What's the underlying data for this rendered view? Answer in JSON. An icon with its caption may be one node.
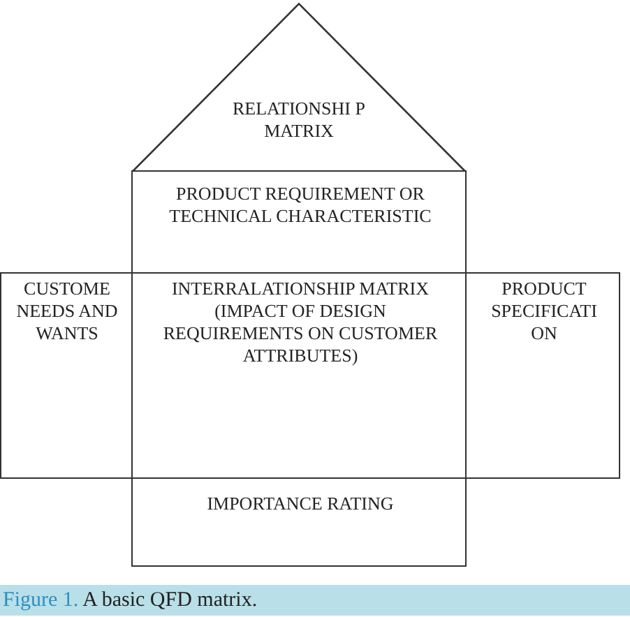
{
  "diagram": {
    "caption": "**Figure 1.** A basic QFD matrix.",
    "nodes": [
      {
        "text": [
          "RELATIONSHI P MATRIX"
        ]
      },
      {
        "text": [
          "PRODUCT REQUIREMENT OR TECHNICAL CHARACTERISTIC"
        ]
      },
      {
        "text": [
          "CUSTOME NEEDS AND WANTS"
        ]
      },
      {
        "text": [
          "INTERRALATIONSHIP MATRIX (IMPACT OF DESIGN REQUIREMENTS ON CUSTOMER ATTRIBUTES)"
        ]
      },
      {
        "text": [
          "PRODUCT SPECIFICATI ON"
        ]
      },
      {
        "text": [
          "IMPORTANCE RATING"
        ]
      }
    ]
  }
}
